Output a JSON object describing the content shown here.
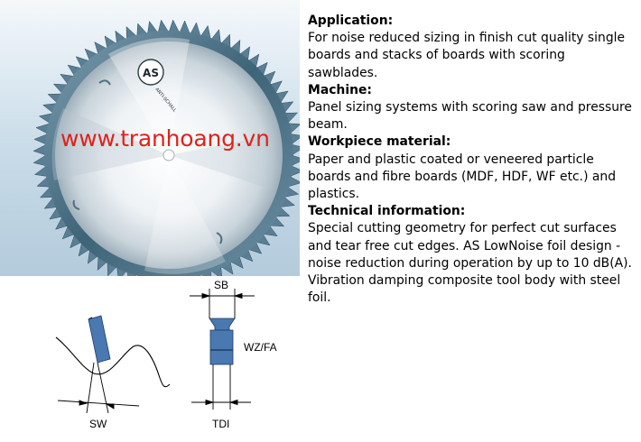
{
  "watermark": "www.tranhoang.vn",
  "blade_logo": {
    "brand": "AS",
    "caption": "ANTI-SCHALL"
  },
  "sections": [
    {
      "heading": "Application:",
      "text": "For noise reduced sizing in finish cut quality single boards and stacks of boards with scoring sawblades."
    },
    {
      "heading": "Machine:",
      "text": "Panel sizing systems with scoring saw and pressure beam."
    },
    {
      "heading": "Workpiece material:",
      "text": "Paper and plastic coated or veneered particle boards and fibre boards (MDF, HDF, WF etc.) and plastics."
    },
    {
      "heading": "Technical information:",
      "text": "Special cutting geometry for perfect cut surfaces and tear free cut edges. AS LowNoise foil design - noise reduction during operation by up to 10 dB(A). Vibration damping composite tool body with steel foil."
    }
  ],
  "diagram_labels": {
    "sw": "SW",
    "sb": "SB",
    "wz_fa": "WZ/FA",
    "tdi": "TDI"
  },
  "colors": {
    "watermark": "#e1211b",
    "blade_tooth": "#5a7f95",
    "blade_body": "#e9eef2",
    "tooth_profile": "#4a78b0"
  }
}
